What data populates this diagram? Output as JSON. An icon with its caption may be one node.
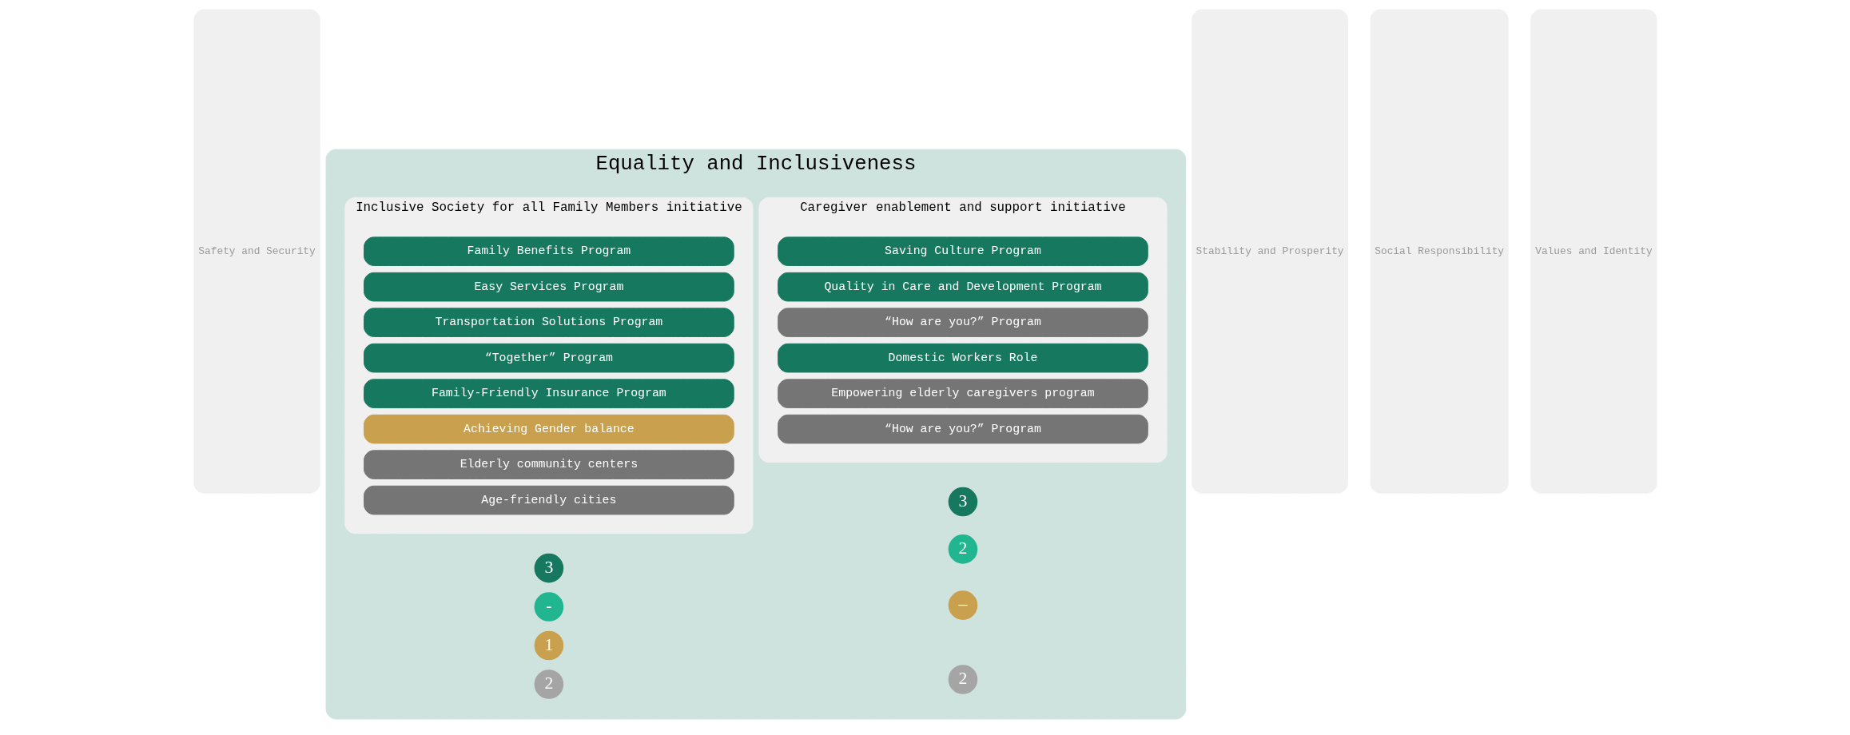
{
  "diagram": {
    "nodes": [
      {
        "text": [
          "Safety and Security"
        ]
      },
      {
        "text": [
          "Equality and Inclusiveness"
        ]
      },
      {
        "text": [
          "Inclusive Society for all Family Members initiative"
        ],
        "in": 1
      },
      {
        "text": [
          "Family Benefits Program"
        ],
        "in": 2
      },
      {
        "text": [
          "Easy Services Program"
        ],
        "in": 2
      },
      {
        "text": [
          "Transportation Solutions Program"
        ],
        "in": 2
      },
      {
        "text": [
          "“Together” Program"
        ],
        "in": 2
      },
      {
        "text": [
          "Family-Friendly Insurance Program"
        ],
        "in": 2
      },
      {
        "text": [
          "Achieving Gender balance"
        ],
        "in": 2
      },
      {
        "text": [
          "Elderly community centers"
        ],
        "in": 2
      },
      {
        "text": [
          "Age-friendly cities"
        ],
        "in": 2
      },
      {
        "text": [
          "Caregiver enablement and support initiative"
        ],
        "in": 1
      },
      {
        "text": [
          "Saving Culture Program"
        ],
        "in": 11
      },
      {
        "text": [
          "Quality in Care and Development Program"
        ],
        "in": 11
      },
      {
        "text": [
          "“How are you?” Program"
        ],
        "in": 11
      },
      {
        "text": [
          "Domestic Workers Role"
        ],
        "in": 11
      },
      {
        "text": [
          "Empowering elderly caregivers program"
        ],
        "in": 11
      },
      {
        "text": [
          "“How are you?” Program"
        ],
        "in": 11
      },
      {
        "text": [
          "3"
        ],
        "in": 1
      },
      {
        "text": [
          "-"
        ],
        "in": 1
      },
      {
        "text": [
          "1"
        ],
        "in": 1
      },
      {
        "text": [
          "2"
        ],
        "in": 1
      },
      {
        "text": [
          "3"
        ],
        "in": 1
      },
      {
        "text": [
          "2"
        ],
        "in": 1
      },
      {
        "text": [
          "–"
        ],
        "in": 1
      },
      {
        "text": [
          "2"
        ],
        "in": 1
      },
      {
        "text": [
          "Stability and Prosperity"
        ]
      },
      {
        "text": [
          "Social Responsibility"
        ]
      },
      {
        "text": [
          "Values and Identity"
        ]
      }
    ],
    "edges": []
  }
}
